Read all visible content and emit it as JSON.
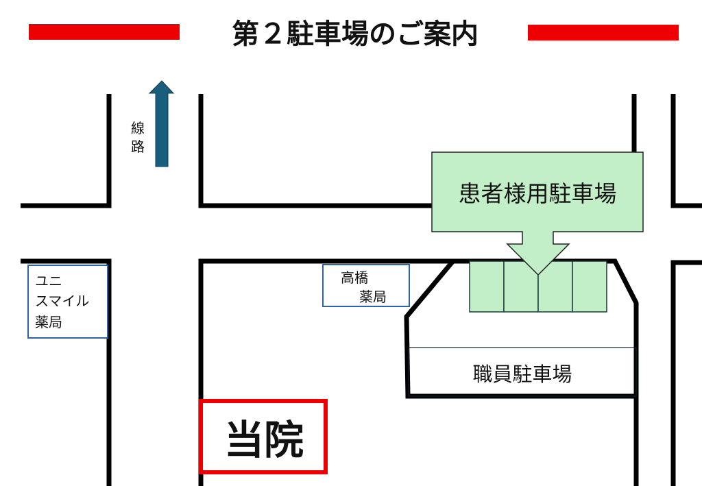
{
  "title": "第２駐車場のご案内",
  "labels": {
    "railway_line": [
      "線",
      "路"
    ],
    "patient_parking": "患者様用駐車場",
    "staff_parking": "職員駐車場",
    "takahashi_pharmacy": [
      "高橋",
      "薬局"
    ],
    "uni_smile_pharmacy": [
      "ユニ",
      "スマイル",
      "薬局"
    ],
    "hospital": "当院"
  },
  "colors": {
    "accent_red": "#ee0000",
    "parking_green": "#c3efc8",
    "arrow_blue": "#1a5e7e",
    "pharmacy_border": "#2e64a0"
  }
}
